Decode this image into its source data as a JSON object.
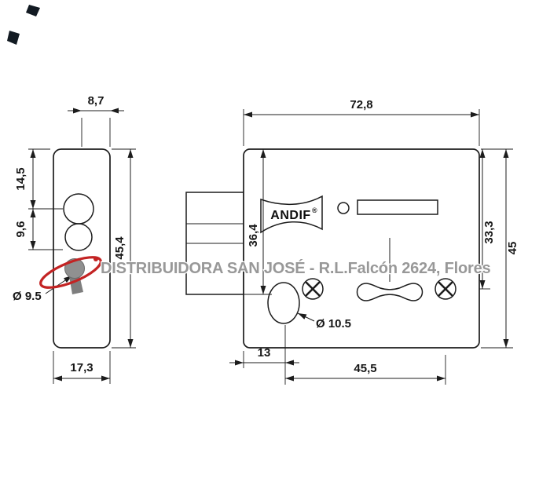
{
  "page": {
    "background": "#ffffff",
    "line_color": "#1c1c1c"
  },
  "brand": {
    "name": "ANDIF",
    "registered": "®"
  },
  "watermark": {
    "text": "DISTRIBUIDORA SAN JOSÉ - R.L.Falcón 2624, Flores",
    "text_color": "#989898",
    "logo_red": "#c32323",
    "logo_gray": "#909090"
  },
  "side_view": {
    "dims": {
      "top_width": "8,7",
      "upper_offset": "14,5",
      "lower_offset": "9,6",
      "height": "45,4",
      "hole_diameter": "Ø 9.5",
      "bottom_width": "17,3"
    }
  },
  "front_view": {
    "dims": {
      "width": "72,8",
      "left_height": "36,4",
      "inner_height": "33,3",
      "height": "45",
      "hole_diameter": "Ø 10.5",
      "hole_offset": "13",
      "center_offset": "45,5"
    }
  }
}
